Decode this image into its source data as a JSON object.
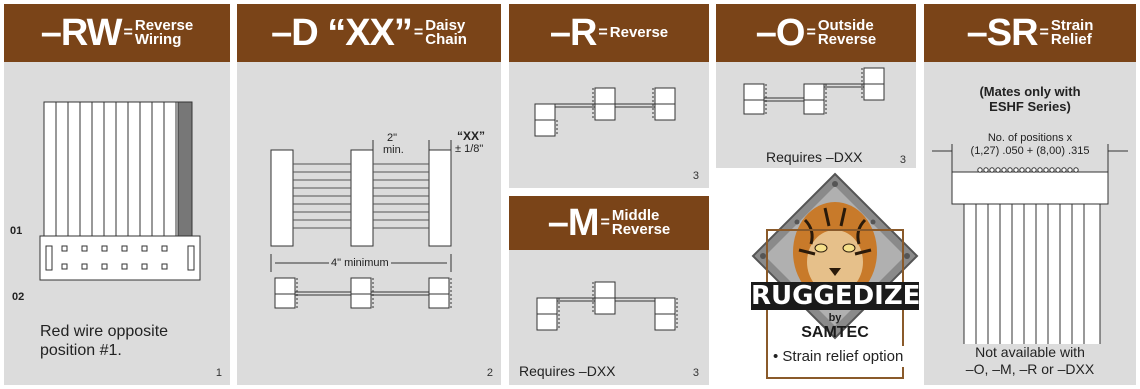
{
  "panels": {
    "rw": {
      "code": "–RW",
      "eq": "=",
      "title1": "Reverse",
      "title2": "Wiring",
      "pin_top": "01",
      "pin_bottom": "02",
      "note1": "Red wire opposite",
      "note2": "position #1.",
      "page": "1"
    },
    "d": {
      "code": "–D “XX”",
      "eq": "=",
      "title1": "Daisy",
      "title2": "Chain",
      "dim_2in": "2\"",
      "dim_min": "min.",
      "dim_xx": "“XX”",
      "dim_tol": "± 1/8\"",
      "dim_4in": "4\" minimum",
      "page": "2"
    },
    "r": {
      "code": "–R",
      "eq": "=",
      "title1": "Reverse",
      "page": "3"
    },
    "m": {
      "code": "–M",
      "eq": "=",
      "title1": "Middle",
      "title2": "Reverse",
      "note": "Requires –DXX",
      "page": "3"
    },
    "o": {
      "code": "–O",
      "eq": "=",
      "title1": "Outside",
      "title2": "Reverse",
      "note": "Requires –DXX",
      "page": "3"
    },
    "sr": {
      "code": "–SR",
      "eq": "=",
      "title1": "Strain",
      "title2": "Relief",
      "mates1": "(Mates only with",
      "mates2": "ESHF Series)",
      "dim1": "No. of positions x",
      "dim2": "(1,27) .050 + (8,00) .315",
      "na1": "Not available with",
      "na2": "–O, –M, –R or –DXX"
    }
  },
  "badge": {
    "word": "RUGGEDIZED",
    "by": "by",
    "brand": "SAMTEC",
    "option": "• Strain relief option"
  },
  "colors": {
    "header": "#7a4418",
    "panel": "#dcdcdc"
  }
}
